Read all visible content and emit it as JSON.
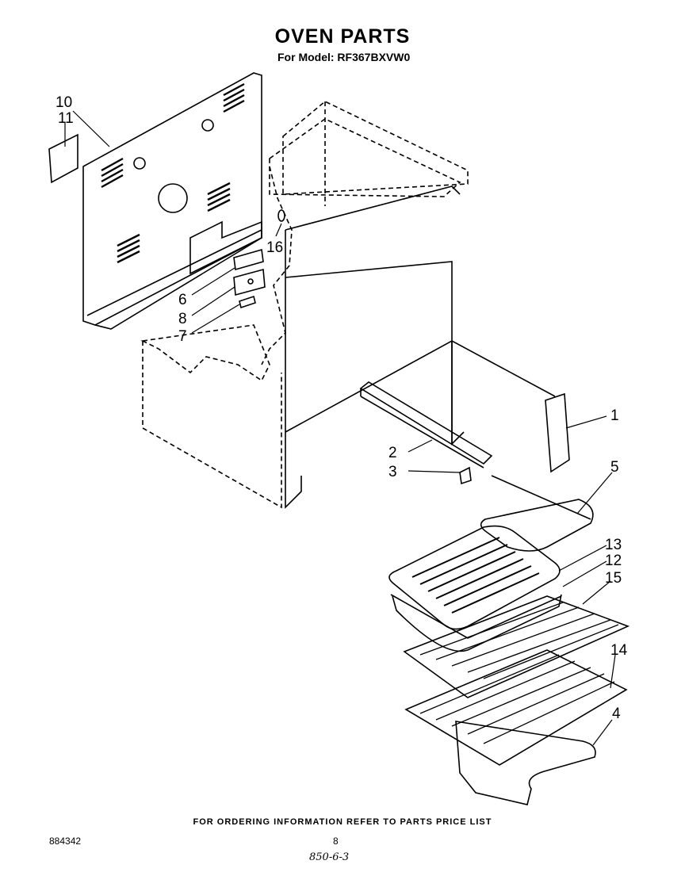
{
  "header": {
    "title": "OVEN PARTS",
    "subtitle": "For Model: RF367BXVW0"
  },
  "footer": {
    "ordering_note": "FOR ORDERING INFORMATION REFER TO PARTS PRICE LIST",
    "doc_number": "884342",
    "page_number": "8",
    "handwritten_code": "850-6-3"
  },
  "callouts": [
    "10",
    "11",
    "16",
    "6",
    "8",
    "7",
    "1",
    "2",
    "3",
    "5",
    "13",
    "12",
    "15",
    "14",
    "4"
  ]
}
